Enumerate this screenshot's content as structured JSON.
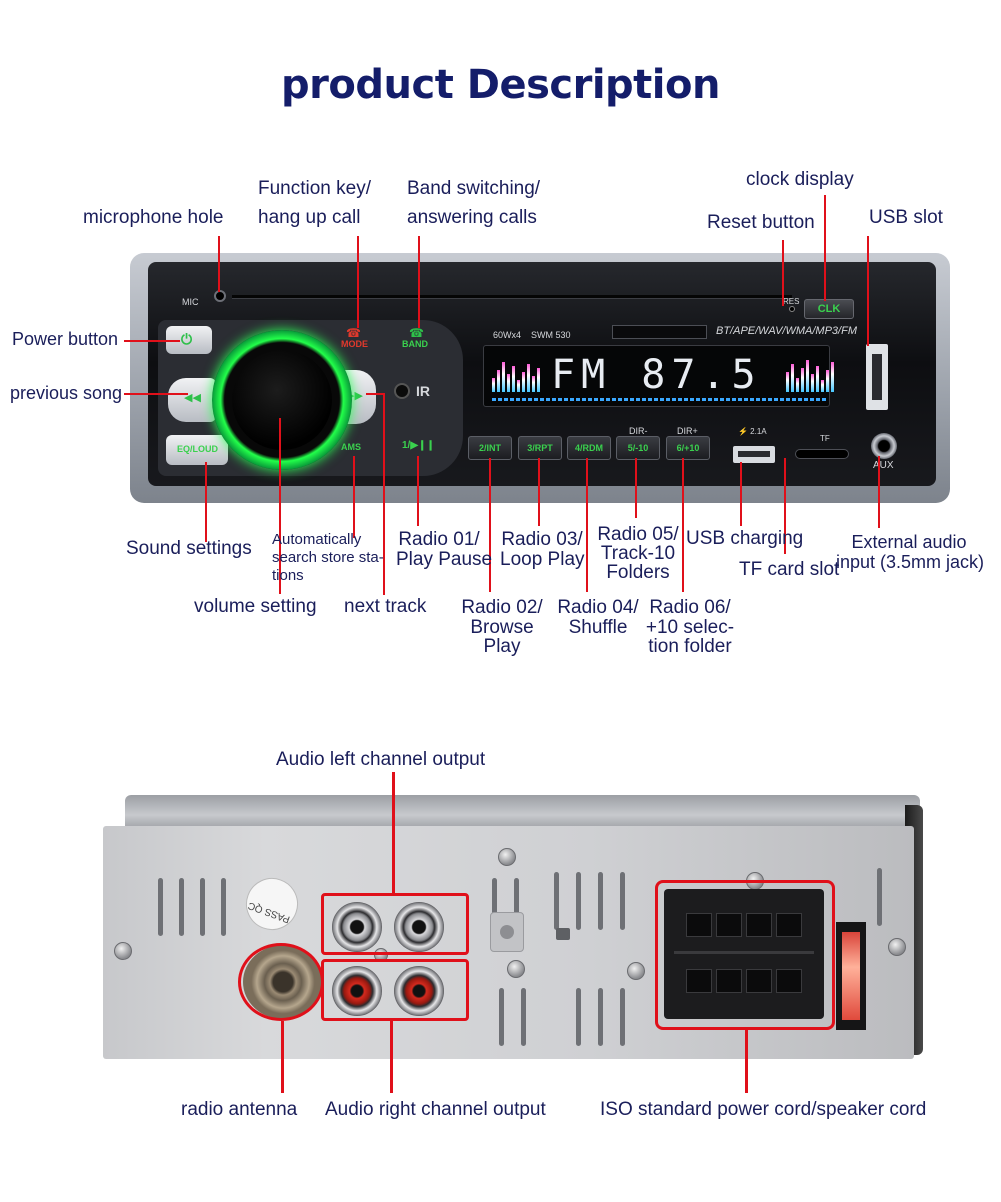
{
  "title": "product Description",
  "front_labels": {
    "microphone_hole": "microphone hole",
    "function_key_1": "Function key/",
    "function_key_2": "hang up call",
    "band_switch_1": "Band switching/",
    "band_switch_2": "answering calls",
    "clock_display": "clock display",
    "reset_button": "Reset button",
    "usb_slot": "USB slot",
    "power_button": "Power button",
    "previous_song": "previous song",
    "sound_settings": "Sound settings",
    "auto_search_1": "Automatically",
    "auto_search_2": "search store sta-",
    "auto_search_3": "tions",
    "volume_setting": "volume setting",
    "next_track": "next track",
    "radio01_1": "Radio 01/",
    "radio01_2": "Play Pause",
    "radio02_1": "Radio 02/",
    "radio02_2": "Browse",
    "radio02_3": "Play",
    "radio03_1": "Radio 03/",
    "radio03_2": "Loop Play",
    "radio04_1": "Radio 04/",
    "radio04_2": "Shuffle",
    "radio05_1": "Radio 05/",
    "radio05_2": "Track-10",
    "radio05_3": "Folders",
    "radio06_1": "Radio 06/",
    "radio06_2": "+10 selec-",
    "radio06_3": "tion folder",
    "usb_charging": "USB charging",
    "tf_card_slot": "TF card slot",
    "external_audio_1": "External audio",
    "external_audio_2": "input (3.5mm jack)"
  },
  "panel_text": {
    "mic": "MIC",
    "mode": "MODE",
    "band": "BAND",
    "res": "RES",
    "clk": "CLK",
    "power_rating": "60Wx4",
    "model": "SWM  530",
    "formats": "BT/APE/WAV/WMA/MP3/FM",
    "eq_loud": "EQ/LOUD",
    "ams": "AMS",
    "play_pause": "1/▶❙❙",
    "display": "FM 87.5",
    "dir_minus": "DIR-",
    "dir_plus": "DIR+",
    "charge": "⚡ 2.1A",
    "tf": "TF",
    "aux": "AUX",
    "ir": "IR",
    "buttons": [
      "2/INT",
      "3/RPT",
      "4/RDM",
      "5/-10",
      "6/+10"
    ]
  },
  "back_labels": {
    "audio_left": "Audio left channel output",
    "radio_antenna": "radio antenna",
    "audio_right": "Audio right channel output",
    "iso_cord": "ISO standard power cord/speaker cord",
    "pass_qc": "PASS QC"
  },
  "colors": {
    "title": "#141d6a",
    "label": "#1a1e5a",
    "leader_line": "#e0101a",
    "panel_green": "#3ad14e",
    "knob_glow": "#22ff4a"
  }
}
